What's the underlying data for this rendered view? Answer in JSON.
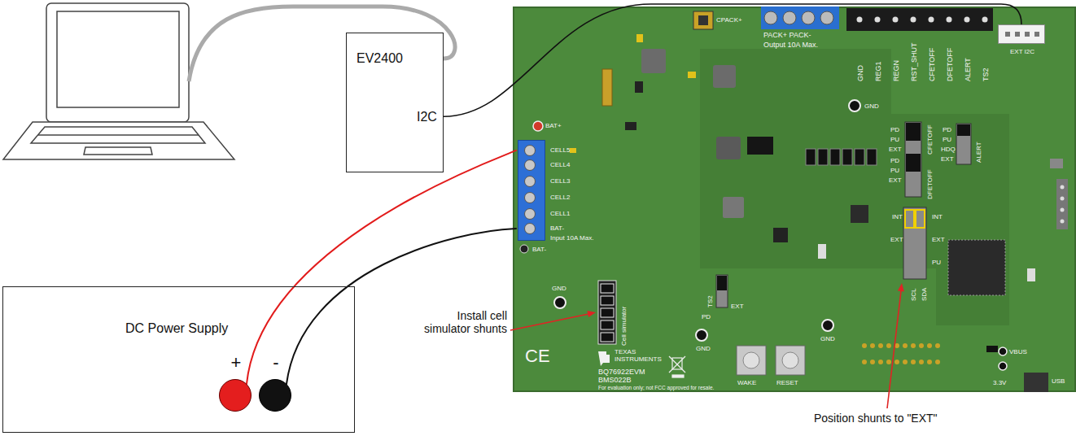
{
  "diagram": {
    "nodes": [
      {
        "text": [
          "EV2400",
          "I2C"
        ]
      },
      {
        "text": [
          "DC Power Supply"
        ]
      },
      {
        "text": [
          "+"
        ],
        "in": 1
      },
      {
        "text": [
          "-"
        ],
        "in": 1
      },
      {
        "text": [
          "BQ76922EVM BMS022B"
        ]
      },
      {
        "text": [
          "CELL5",
          "CELL4",
          "CELL3",
          "CELL2",
          "CELL1",
          "BAT-",
          "Input 10A Max."
        ],
        "in": 4
      },
      {
        "text": [
          "EXT I2C"
        ],
        "in": 4
      }
    ],
    "edges": [
      {
        "from": 0,
        "to": 6,
        "arrow": "none"
      },
      {
        "from": 2,
        "to": 5,
        "arrow": "none"
      },
      {
        "from": 3,
        "to": 5,
        "arrow": "none"
      }
    ],
    "labels": [
      "Install cell simulator shunts",
      "Position shunts to \"EXT\"",
      "BAT+",
      "BAT-",
      "CPACK+",
      "PACK+ PACK-",
      "Output 10A Max.",
      "GND",
      "REG1",
      "REGN",
      "RST_SHUT",
      "CFETOFF",
      "DFETOFF",
      "ALERT",
      "TS2",
      "GND",
      "GND",
      "Cell simulator",
      "CE",
      "TEXAS INSTRUMENTS",
      "For evaluation only; not FCC approved for resale.",
      "WAKE",
      "RESET",
      "GND",
      "GND",
      "3.3V",
      "VBUS",
      "USB",
      "PD",
      "PU",
      "EXT",
      "PD",
      "PU",
      "EXT",
      "CFETOFF",
      "DFETOFF",
      "PD",
      "PU",
      "HDQ",
      "EXT",
      "ALERT",
      "INT",
      "INT",
      "EXT",
      "EXT",
      "PU",
      "SCL",
      "SDA",
      "TS2",
      "PD",
      "EXT"
    ]
  }
}
